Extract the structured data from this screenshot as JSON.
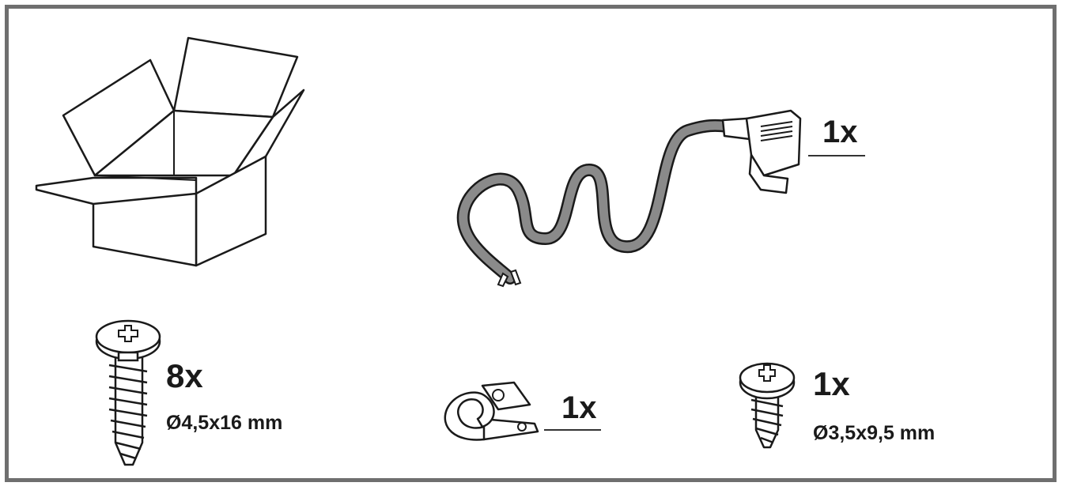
{
  "parts": {
    "box": {
      "icon": "open-cardboard-box"
    },
    "power_cord": {
      "icon": "angled-power-cord",
      "quantity": "1x"
    },
    "large_screw": {
      "icon": "pan-head-screw-long",
      "quantity": "8x",
      "size": "Ø4,5x16 mm"
    },
    "cable_clip": {
      "icon": "cable-clamp",
      "quantity": "1x"
    },
    "small_screw": {
      "icon": "pan-head-screw-short",
      "quantity": "1x",
      "size": "Ø3,5x9,5 mm"
    }
  },
  "colors": {
    "frame": "#6f6f6f",
    "line": "#1a1a1a",
    "cord": "#8a8a8a"
  }
}
